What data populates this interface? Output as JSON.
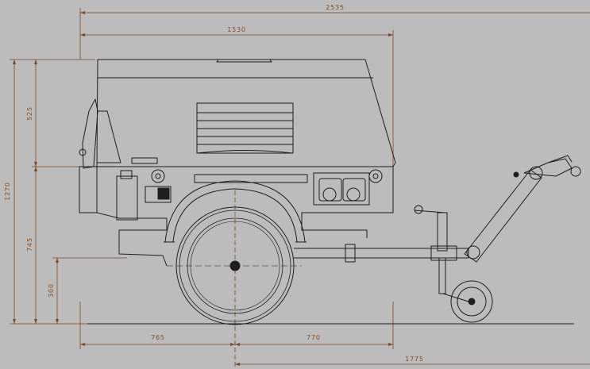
{
  "colors": {
    "background": "#bcbcbc",
    "outline": "#1e1e1e",
    "dimension_line": "#7a4a2a",
    "dimension_text": "#8a4a1e"
  },
  "dimensions": {
    "overall_length": "2535",
    "body_length": "1530",
    "overall_height": "1270",
    "body_top_height": "525",
    "lower_height": "745",
    "ground_clearance": "300",
    "front_to_axle": "765",
    "axle_to_rear": "770",
    "axle_to_hitch": "1775"
  }
}
